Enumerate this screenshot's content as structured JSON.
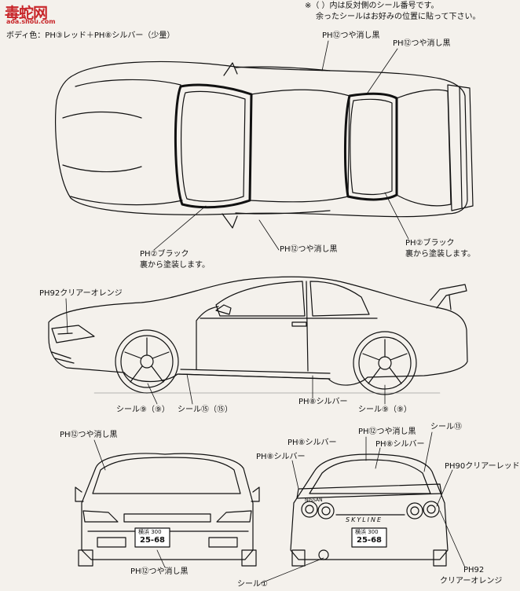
{
  "watermark": {
    "logo_text": "毒蛇网",
    "url": "aoa.shou.com",
    "brand_color": "#c8262a"
  },
  "header": {
    "note_line1": "※（ ）内は反対側のシール番号です。",
    "note_line2": "余ったシールはお好みの位置に貼って下さい。",
    "body_color": "ボディ色：PH③レッド＋PH⑧シルバー（少量）"
  },
  "callouts": {
    "top_matte_1": "PH⑫つや消し黒",
    "top_matte_2": "PH⑫つや消し黒",
    "top_black_left_1": "PH②ブラック",
    "top_black_left_2": "裏から塗装します。",
    "top_matte_mid": "PH⑫つや消し黒",
    "top_black_right_1": "PH②ブラック",
    "top_black_right_2": "裏から塗装します。",
    "side_clear_orange": "PH92クリアーオレンジ",
    "side_seal_9": "シール⑨（⑨）",
    "side_seal_15": "シール⑮（⑮）",
    "side_silver": "PH⑧シルバー",
    "side_seal_9b": "シール⑨（⑨）",
    "front_matte": "PH⑫つや消し黒",
    "front_matte_bottom": "PH⑫つや消し黒",
    "rear_silver_1": "PH⑧シルバー",
    "rear_matte": "PH⑫つや消し黒",
    "rear_silver_2": "PH⑧シルバー",
    "rear_silver_3": "PH⑧シルバー",
    "rear_seal_13": "シール⑬",
    "rear_clear_red": "PH90クリアーレッド",
    "rear_clear_orange_1": "PH92",
    "rear_clear_orange_2": "クリアーオレンジ",
    "seal_1": "シール①"
  },
  "plates": {
    "front_top": "横浜 300",
    "front_num": "25-68",
    "rear_top": "横浜 300",
    "rear_num": "25-68",
    "rear_badge": "SKYLINE",
    "rear_brand": "NISSAN"
  }
}
